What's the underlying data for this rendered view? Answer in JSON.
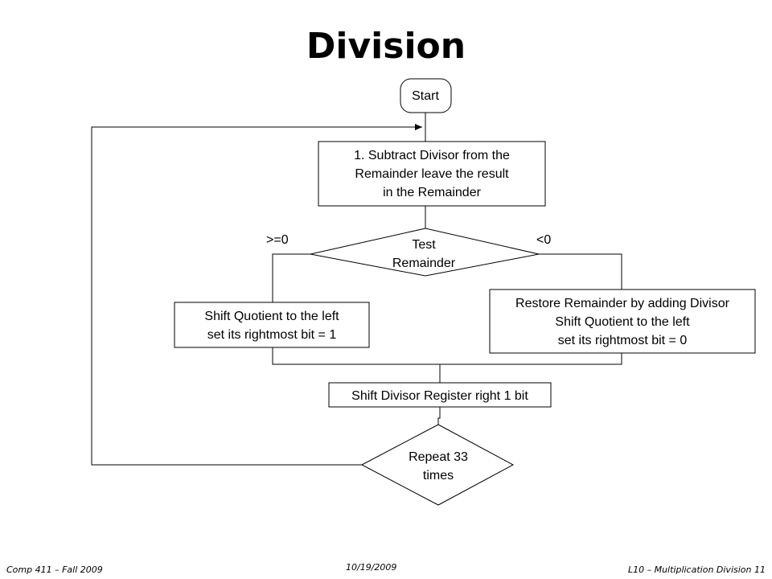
{
  "slide": {
    "title": "Division",
    "footer_left": "Comp 411 – Fall 2009",
    "footer_center": "10/19/2009",
    "footer_right": "L10 – Multiplication Division 11"
  },
  "flowchart": {
    "start": "Start",
    "subtract_lines": [
      "1. Subtract Divisor from the",
      "Remainder leave the result",
      "in the Remainder"
    ],
    "test_lines": [
      "Test",
      "Remainder"
    ],
    "label_ge_zero": ">=0",
    "label_lt_zero": "<0",
    "shift_left_lines": [
      "Shift Quotient to the left",
      "set its rightmost bit = 1"
    ],
    "restore_lines": [
      "Restore Remainder by adding Divisor",
      "Shift Quotient to the left",
      "set its rightmost bit = 0"
    ],
    "shift_divisor": "Shift Divisor Register right 1 bit",
    "repeat_lines": [
      "Repeat 33",
      "times"
    ]
  }
}
